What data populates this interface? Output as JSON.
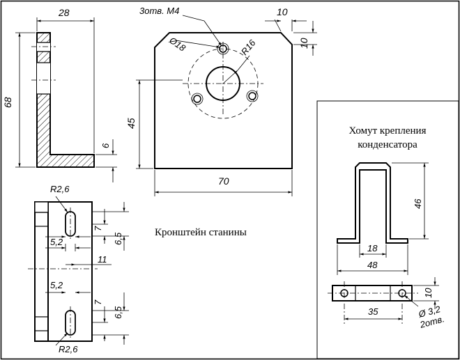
{
  "bracket": {
    "title": "Кронштейн станины",
    "dims": {
      "width_side": "28",
      "height_total": "68",
      "thickness": "6",
      "holes_note": "3отв. М4",
      "hole_circle_dia": "Ø18",
      "radius_center": "R16",
      "chamfer": "10",
      "chamfer_v": "10",
      "center_height": "45",
      "width_front": "70",
      "slot_r_top": "R2,6",
      "slot_r_bottom": "R2,6",
      "slot_w_top": "5,2",
      "slot_w_bottom": "5,2",
      "slot_len_top": "7",
      "slot_len_bottom": "7",
      "slot_pos_top": "6,5",
      "slot_pos_bottom": "6,5",
      "slot_gap": "11"
    }
  },
  "clamp": {
    "title_line1": "Хомут крепления",
    "title_line2": "конденсатора",
    "dims": {
      "height": "46",
      "inner_width": "18",
      "total_width": "48",
      "hole_spacing": "35",
      "strip_width": "10",
      "hole_dia": "Ø 3,2",
      "hole_count": "2отв."
    }
  }
}
